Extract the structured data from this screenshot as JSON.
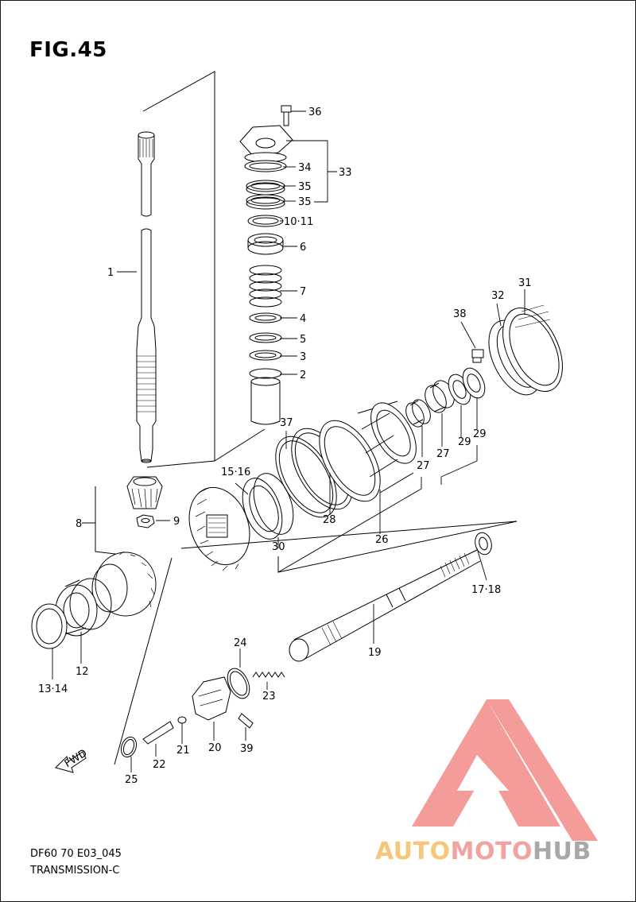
{
  "figure": {
    "title": "FIG.45",
    "footer_line1": "DF60 70 E03_045",
    "footer_line2": "TRANSMISSION-C"
  },
  "callouts": {
    "p1": "1",
    "p2": "2",
    "p3": "3",
    "p4": "4",
    "p5": "5",
    "p6": "6",
    "p7": "7",
    "p8": "8",
    "p9": "9",
    "p10_11": "10·11",
    "p12": "12",
    "p13_14": "13·14",
    "p15_16": "15·16",
    "p17_18": "17·18",
    "p19": "19",
    "p20": "20",
    "p21": "21",
    "p22": "22",
    "p23": "23",
    "p24": "24",
    "p25": "25",
    "p26": "26",
    "p27a": "27",
    "p27b": "27",
    "p28": "28",
    "p29a": "29",
    "p29b": "29",
    "p30": "30",
    "p31": "31",
    "p32": "32",
    "p33": "33",
    "p34": "34",
    "p35a": "35",
    "p35b": "35",
    "p36": "36",
    "p37": "37",
    "p38": "38",
    "p39": "39"
  },
  "fwd_label": "FWD",
  "watermark": {
    "part1": "AUTO",
    "part2": "MOTO",
    "part3": "HUB",
    "colors": {
      "auto": "#f6c77a",
      "moto": "#f0a3a0",
      "hub": "#a8a8a8",
      "logo": "#f08f8c"
    }
  }
}
